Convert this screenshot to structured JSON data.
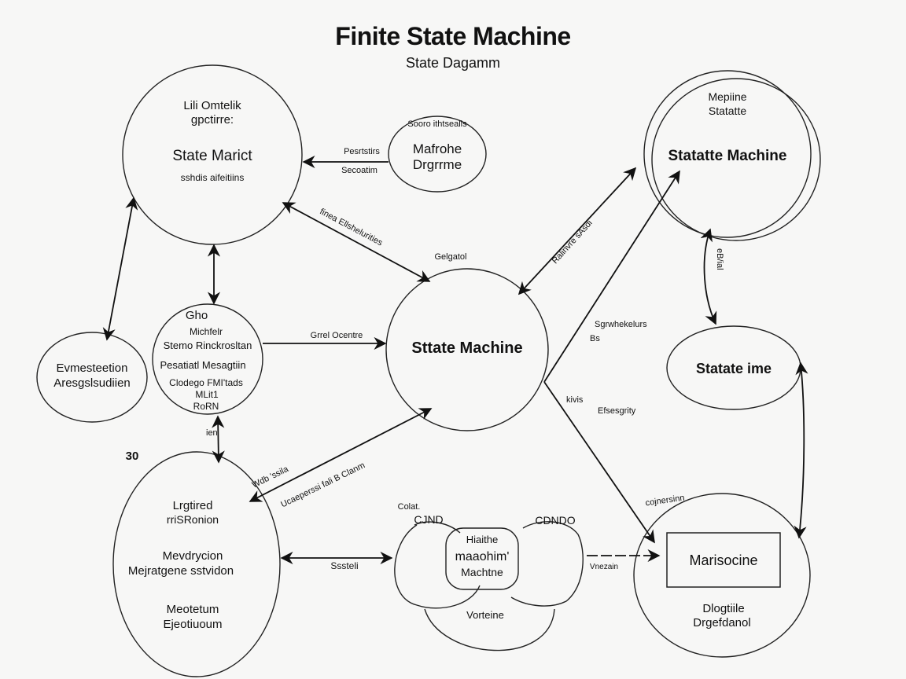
{
  "header": {
    "title": "Finite State Machine",
    "subtitle": "State Dagamm"
  },
  "nodes": {
    "top_left": {
      "lines_top": [
        "Lili Omtelik",
        "gpctirre:"
      ],
      "name": "State Marict",
      "note": "sshdis aifeitiins"
    },
    "top_small": {
      "caption": "Sooro ithtsealls",
      "lines": [
        "Mafrohe",
        "Drgrrme"
      ]
    },
    "top_right": {
      "lines_top": [
        "Mepiine",
        "Statatte"
      ],
      "name": "Statatte Machine"
    },
    "left_small": {
      "lines": [
        "Evmesteetion",
        "Aresgslsudiien"
      ]
    },
    "mid_left": {
      "lines": [
        "Gho",
        "Michfelr",
        "Stemo Rinckrosltan",
        "Pesatiatl Mesagtiin",
        "Clodego FMI'tads",
        "MLit1",
        "RoRN"
      ]
    },
    "center": {
      "name": "Sttate Machine",
      "caption": "Gelgatol"
    },
    "right_mid": {
      "name": "Statate ime"
    },
    "bottom_left": {
      "lines": [
        "Lrgtired",
        "rriSRonion",
        "Mevdrycion",
        "Mejratgene sstvidon",
        "Meotetum",
        "Ejeotiuoum"
      ],
      "number": "30"
    },
    "bottom_mid": {
      "left_caption": "Colat.",
      "left_label": "CJND",
      "right_label": "CDNDO",
      "center_lines": [
        "Hiaithe",
        "maaohim'",
        "Machtne"
      ],
      "bottom_label": "Vorteine"
    },
    "bottom_right": {
      "box_label": "Marisocine",
      "lines": [
        "Dlogtiile",
        "Drgefdanol"
      ],
      "caption": "cojnersinn"
    }
  },
  "edges": {
    "top_small_to_top_left": [
      "Pesrtstirs",
      "Secoatim"
    ],
    "top_left_to_center": "finea Ellshelurities",
    "center_to_top_right": "Ralinvre sAsdi",
    "top_right_to_right_mid": "eB/ial",
    "mid_left_to_center": "Grrel Ocentre",
    "center_right_labels": [
      "Sgrwhekelurs",
      "Bs"
    ],
    "center_lower_right": [
      "kivis",
      "Efsesgrity"
    ],
    "mid_left_to_bottom_left": "ien",
    "center_to_bottom_left": "Ucaeperssi fali B Clanm",
    "bottom_left_arrow_label": "Wdb 'ssila",
    "bottom_left_to_bottom_mid": "Sssteli",
    "bottom_mid_to_bottom_right": "Vnezain"
  }
}
